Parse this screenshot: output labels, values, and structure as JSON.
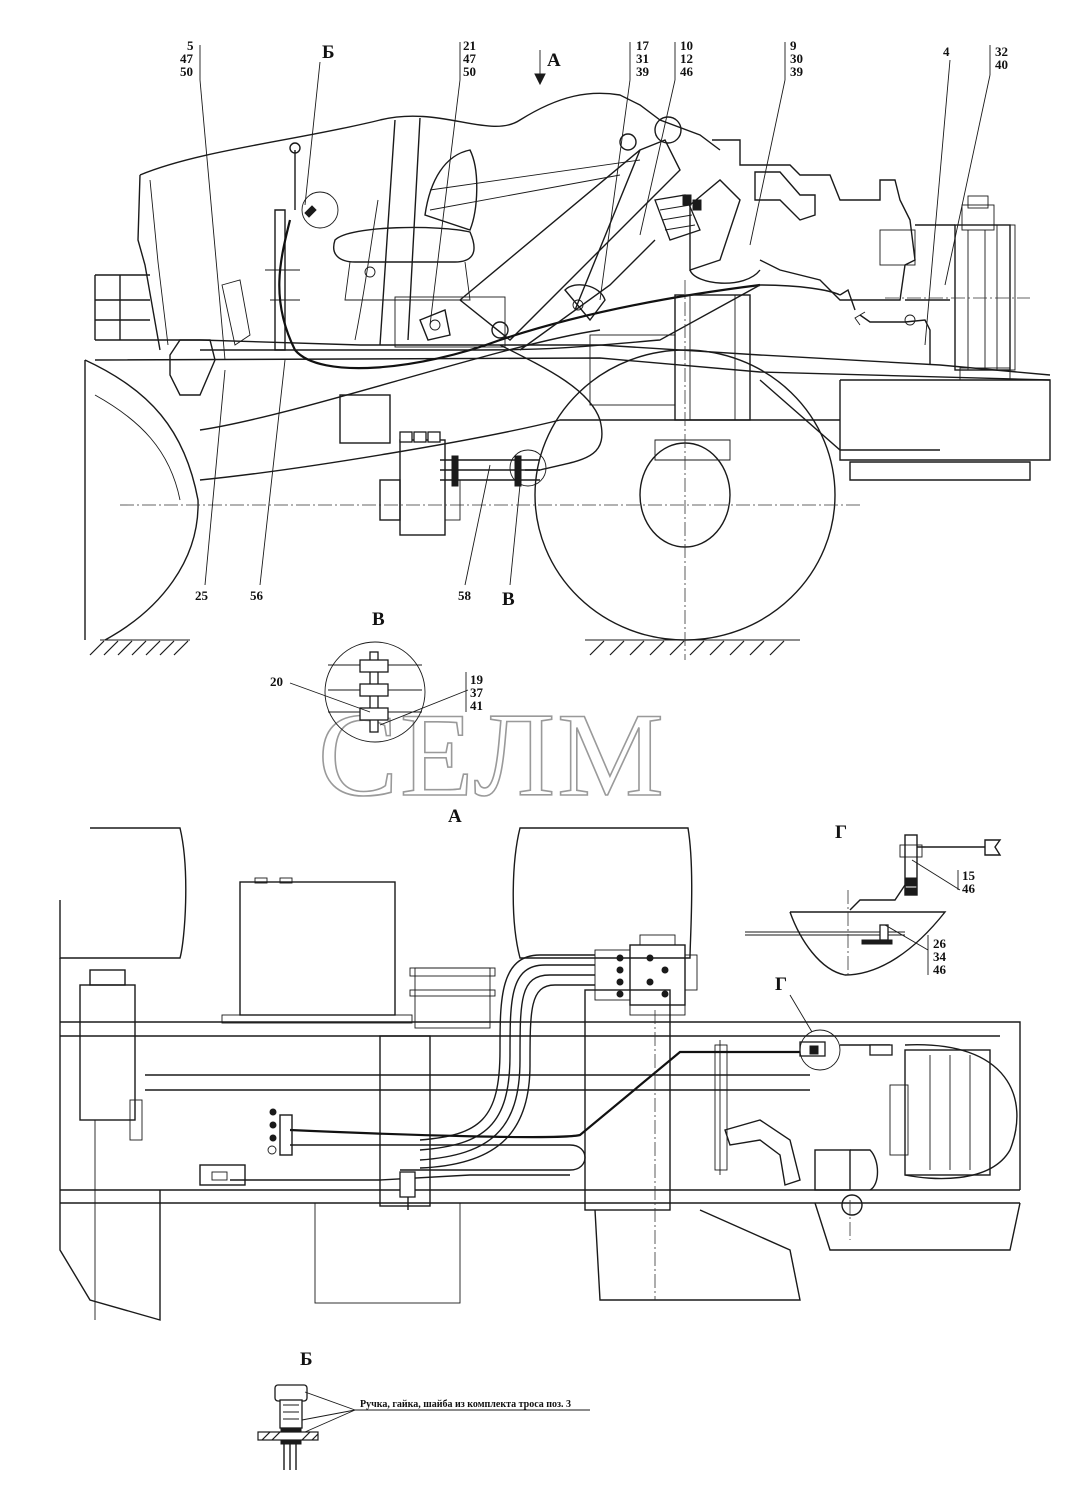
{
  "watermark": "СЕЛМ",
  "views": {
    "A_arrow": "А",
    "A_title": "А",
    "B_detail_marker": "Б",
    "B_detail_title": "Б",
    "V_detail_marker": "В",
    "V_detail_title": "В",
    "G_detail_marker": "Г",
    "G_detail_title": "Г"
  },
  "callouts": {
    "c_5_47_50": [
      "5",
      "47",
      "50"
    ],
    "c_21_47_50": [
      "21",
      "47",
      "50"
    ],
    "c_17_31_39": [
      "17",
      "31",
      "39"
    ],
    "c_10_12_46": [
      "10",
      "12",
      "46"
    ],
    "c_9_30_39": [
      "9",
      "30",
      "39"
    ],
    "c_4": [
      "4"
    ],
    "c_32_40": [
      "32",
      "40"
    ],
    "c_25": [
      "25"
    ],
    "c_56": [
      "56"
    ],
    "c_58": [
      "58"
    ],
    "c_20": [
      "20"
    ],
    "c_19_37_41": [
      "19",
      "37",
      "41"
    ],
    "c_15_46": [
      "15",
      "46"
    ],
    "c_26_34_46": [
      "26",
      "34",
      "46"
    ]
  },
  "note_B": "Ручка, гайка, шайба из комплекта троса поз. 3"
}
